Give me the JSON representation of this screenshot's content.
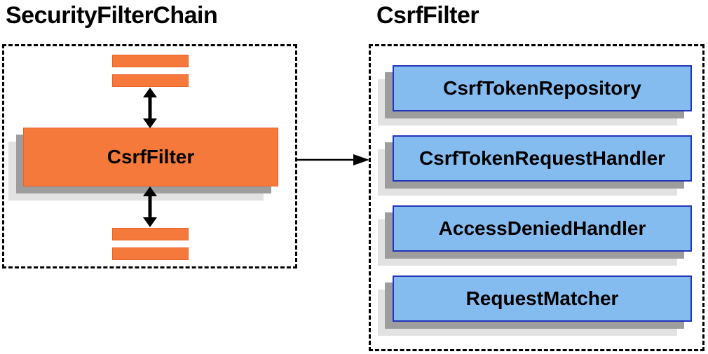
{
  "diagram": {
    "left_panel": {
      "title": "SecurityFilterChain",
      "filter_box_label": "CsrfFilter"
    },
    "right_panel": {
      "title": "CsrfFilter",
      "components": [
        "CsrfTokenRepository",
        "CsrfTokenRequestHandler",
        "AccessDeniedHandler",
        "RequestMatcher"
      ]
    },
    "icons": {
      "vertical_connector": "up-down-arrow",
      "panel_connector": "right-arrow"
    },
    "colors": {
      "orange_fill": "#f4793b",
      "orange_border": "#e8622d",
      "blue_fill": "#85bcf0",
      "blue_border": "#2334b8",
      "shadow_dark": "#9d9d9d",
      "shadow_light": "#e2e2e2",
      "arrow_color": "#000000"
    }
  }
}
